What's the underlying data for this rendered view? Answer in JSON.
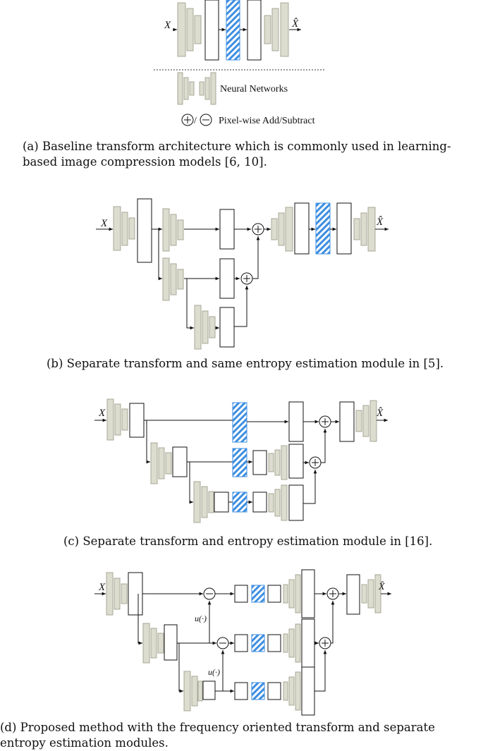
{
  "colors": {
    "nn_fill": "#dcdccf",
    "nn_stroke": "#a8a897",
    "hatch": "#3d8ee0",
    "line": "#111111"
  },
  "legend": {
    "nn_label": "Neural Networks",
    "op_slash": "/",
    "op_label": "Pixel-wise Add/Subtract"
  },
  "labels": {
    "x_in": "X",
    "x_out": "X̂",
    "u": "u(·)"
  },
  "captions": {
    "a": "(a) Baseline transform architecture which is commonly used in learning-based image compression models [6, 10].",
    "b": "(b) Separate transform and same entropy estimation module in [5].",
    "c": "(c) Separate transform and entropy estimation module in [16].",
    "d": "(d) Proposed method with the frequency oriented transform and separate entropy estimation modules."
  }
}
